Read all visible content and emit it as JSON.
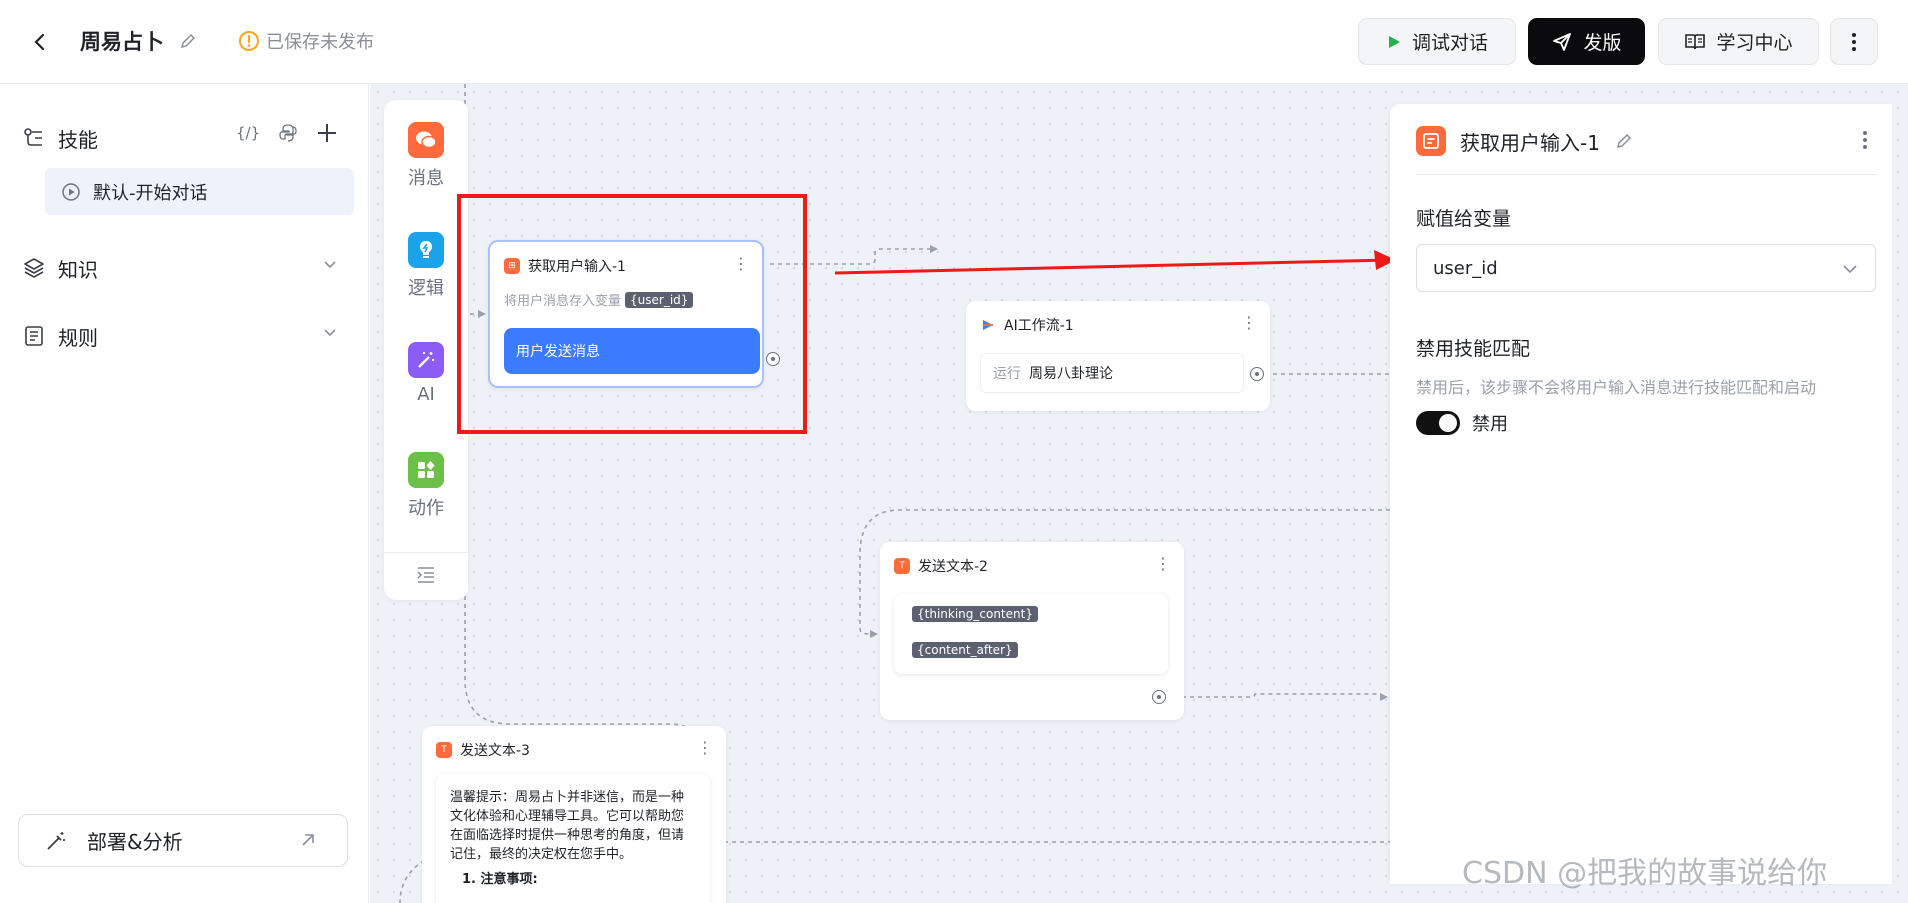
{
  "header": {
    "title": "周易占卜",
    "save_status": "已保存未发布",
    "debug_label": "调试对话",
    "publish_label": "发版",
    "learn_label": "学习中心"
  },
  "sidebar": {
    "skills_title": "技能",
    "skills_code_icon": "{/}",
    "skill_item": "默认-开始对话",
    "knowledge_title": "知识",
    "rules_title": "规则",
    "deploy_label": "部署&分析"
  },
  "palette": {
    "items": [
      {
        "label": "消息",
        "icon": "chat-bubbles-icon",
        "color": "#ff6a3d"
      },
      {
        "label": "逻辑",
        "icon": "bulb-icon",
        "color": "#1aa3e8"
      },
      {
        "label": "AI",
        "icon": "magic-wand-icon",
        "color": "#8b5cf6"
      },
      {
        "label": "动作",
        "icon": "grid-apps-icon",
        "color": "#6cc04a"
      }
    ]
  },
  "nodes": {
    "input": {
      "title": "获取用户输入-1",
      "desc": "将用户消息存入变量",
      "var_tag": "{user_id}",
      "action": "用户发送消息"
    },
    "workflow": {
      "title": "AI工作流-1",
      "run_label": "运行",
      "run_value": "周易八卦理论"
    },
    "send2": {
      "title": "发送文本-2",
      "tag1": "{thinking_content}",
      "tag2": "{content_after}"
    },
    "send3": {
      "title": "发送文本-3",
      "text": "温馨提示：周易占卜并非迷信，而是一种文化体验和心理辅导工具。它可以帮助您在面临选择时提供一种思考的角度，但请记住，最终的决定权在您手中。",
      "list_item": "1. 注意事项:"
    }
  },
  "panel": {
    "title": "获取用户输入-1",
    "assign_label": "赋值给变量",
    "assign_value": "user_id",
    "disable_title": "禁用技能匹配",
    "disable_hint": "禁用后，该步骤不会将用户输入消息进行技能匹配和启动",
    "toggle_label": "禁用"
  },
  "colors": {
    "accent_blue": "#3b7cff",
    "node_orange": "#ff6a3d",
    "annotation_red": "#f01919",
    "publish_black": "#0b0b0d"
  },
  "watermark": "CSDN @把我的故事说给你"
}
